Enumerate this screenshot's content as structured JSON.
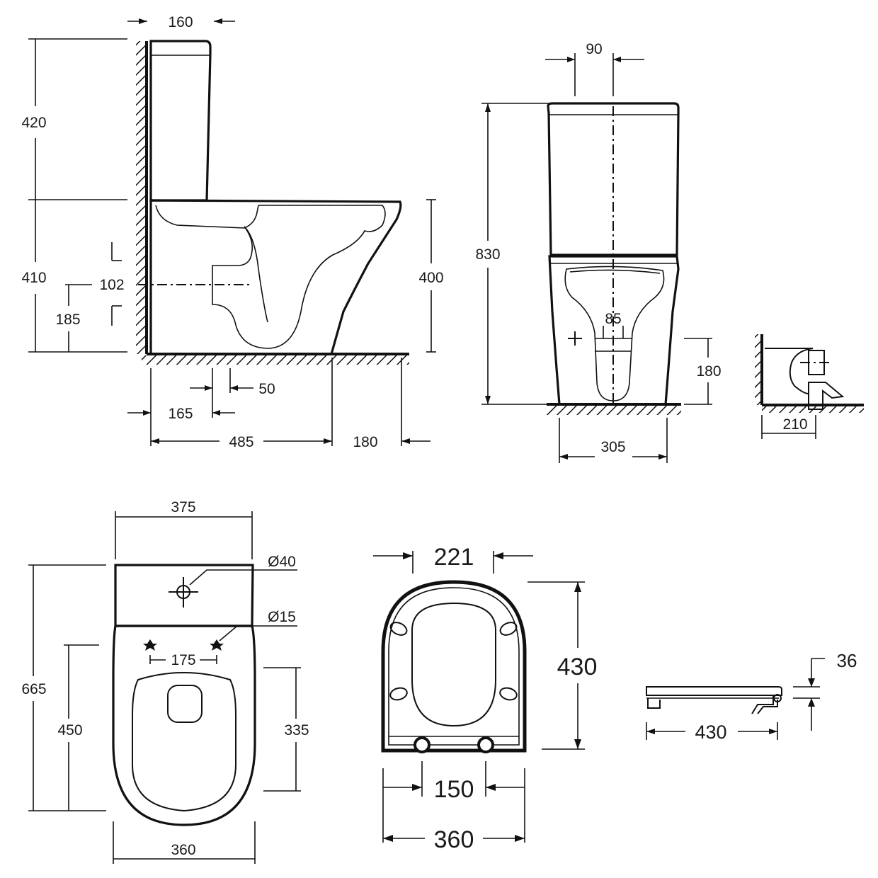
{
  "side_view": {
    "dims": {
      "tank_depth": "160",
      "tank_height": "420",
      "bowl_height": "410",
      "outlet_diameter": "102",
      "outlet_height": "185",
      "rim_height": "400",
      "outlet_offset": "50",
      "outlet_from_wall": "165",
      "bowl_length": "485",
      "clearance": "180"
    }
  },
  "front_view": {
    "dims": {
      "inlet_offset": "90",
      "overall_height": "830",
      "outlet_width": "85",
      "inlet_height": "180",
      "base_width": "305"
    }
  },
  "detail_view": {
    "dims": {
      "outlet_depth": "210"
    }
  },
  "top_view": {
    "dims": {
      "tank_width": "375",
      "flush_hole": "Ø40",
      "fixing_hole": "Ø15",
      "fixing_spacing": "175",
      "overall_length": "665",
      "bowl_length": "450",
      "seat_opening": "335",
      "bowl_width": "360"
    }
  },
  "seat_view": {
    "dims": {
      "front_width": "221",
      "length": "430",
      "hinge_spacing": "150",
      "width": "360"
    }
  },
  "seat_side_view": {
    "dims": {
      "thickness": "36",
      "length": "430"
    }
  }
}
